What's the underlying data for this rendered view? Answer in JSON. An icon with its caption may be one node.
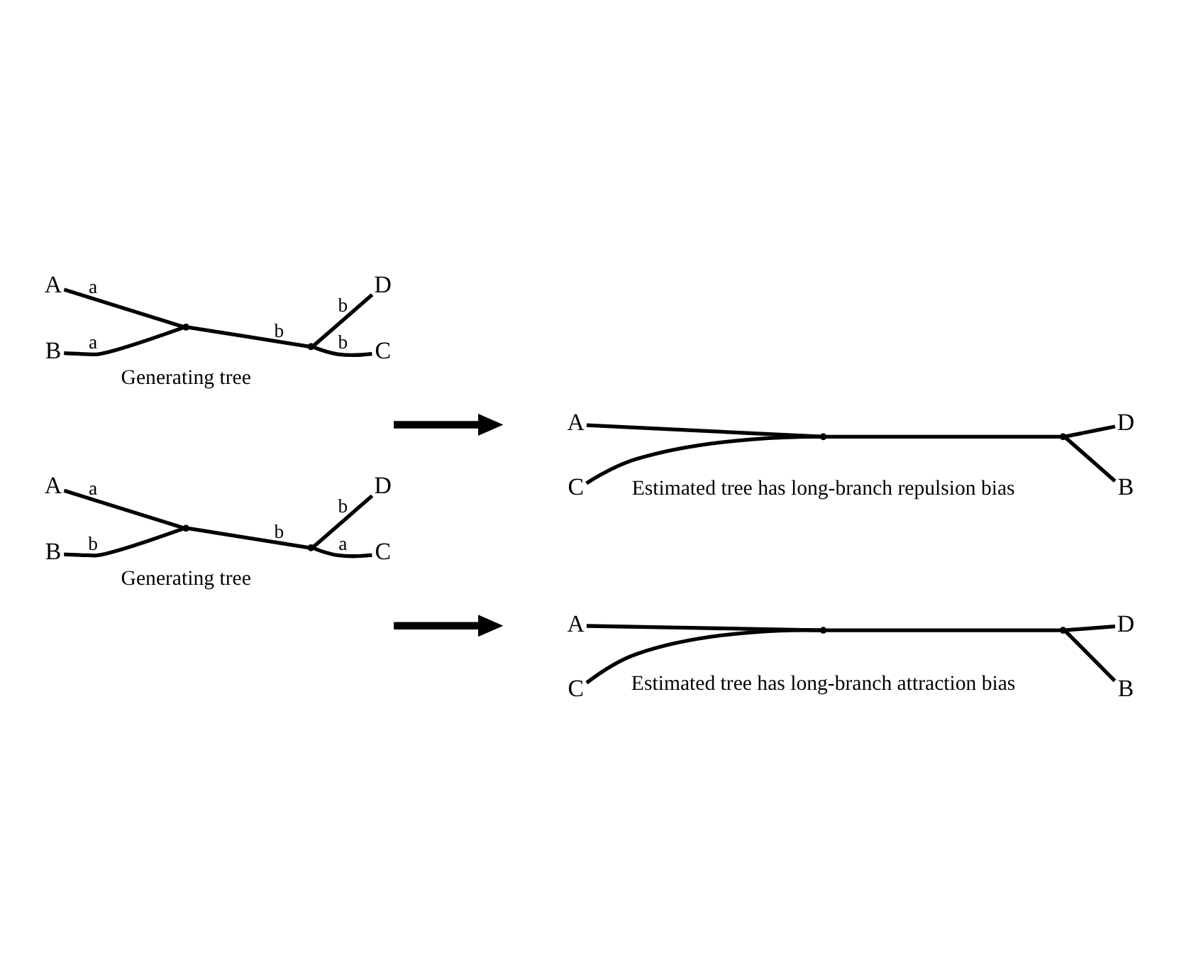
{
  "diagram": {
    "nodes": [
      {
        "text": [
          "A"
        ]
      },
      {
        "text": [
          "C"
        ]
      },
      {
        "text": [
          "B"
        ]
      },
      {
        "text": [
          "D"
        ]
      },
      {
        "text": [],
        "shape": "point"
      },
      {
        "text": [],
        "shape": "point"
      },
      {
        "text": [
          "A"
        ]
      },
      {
        "text": [
          "B"
        ]
      },
      {
        "text": [
          "C"
        ]
      },
      {
        "text": [
          "D"
        ]
      },
      {
        "text": [],
        "shape": "point"
      },
      {
        "text": [],
        "shape": "point"
      },
      {
        "text": [
          "A"
        ]
      },
      {
        "text": [
          "C"
        ]
      },
      {
        "text": [
          "B"
        ]
      },
      {
        "text": [
          "D"
        ]
      },
      {
        "text": [],
        "shape": "point"
      },
      {
        "text": [],
        "shape": "point"
      },
      {
        "text": [
          "A"
        ]
      },
      {
        "text": [
          "B"
        ]
      },
      {
        "text": [
          "C"
        ]
      },
      {
        "text": [
          "D"
        ]
      },
      {
        "text": [],
        "shape": "point"
      },
      {
        "text": [],
        "shape": "point"
      }
    ],
    "edges": [
      {
        "from": 0,
        "to": 4,
        "arrow": "none",
        "label": "a"
      },
      {
        "from": 2,
        "to": 4,
        "arrow": "none",
        "label": "b"
      },
      {
        "from": 4,
        "to": 5,
        "arrow": "none",
        "label": "b"
      },
      {
        "from": 5,
        "to": 1,
        "arrow": "none",
        "label": "a"
      },
      {
        "from": 5,
        "to": 3,
        "arrow": "none",
        "label": "b"
      },
      {
        "from": 6,
        "to": 10,
        "arrow": "none"
      },
      {
        "from": 8,
        "to": 10,
        "arrow": "none"
      },
      {
        "from": 10,
        "to": 11,
        "arrow": "none"
      },
      {
        "from": 11,
        "to": 7,
        "arrow": "none"
      },
      {
        "from": 11,
        "to": 9,
        "arrow": "none"
      },
      {
        "from": 12,
        "to": 16,
        "arrow": "none",
        "label": "a"
      },
      {
        "from": 14,
        "to": 16,
        "arrow": "none",
        "label": "a"
      },
      {
        "from": 16,
        "to": 17,
        "arrow": "none",
        "label": "b"
      },
      {
        "from": 17,
        "to": 13,
        "arrow": "none",
        "label": "b"
      },
      {
        "from": 17,
        "to": 15,
        "arrow": "none",
        "label": "b"
      },
      {
        "from": 18,
        "to": 22,
        "arrow": "none"
      },
      {
        "from": 20,
        "to": 22,
        "arrow": "none"
      },
      {
        "from": 22,
        "to": 23,
        "arrow": "none"
      },
      {
        "from": 23,
        "to": 19,
        "arrow": "none"
      },
      {
        "from": 23,
        "to": 21,
        "arrow": "none"
      }
    ],
    "labels": [
      "Generating tree",
      "Estimated tree has long-branch attraction bias",
      "Generating tree",
      "Estimated tree has long-branch repulsion bias"
    ]
  }
}
